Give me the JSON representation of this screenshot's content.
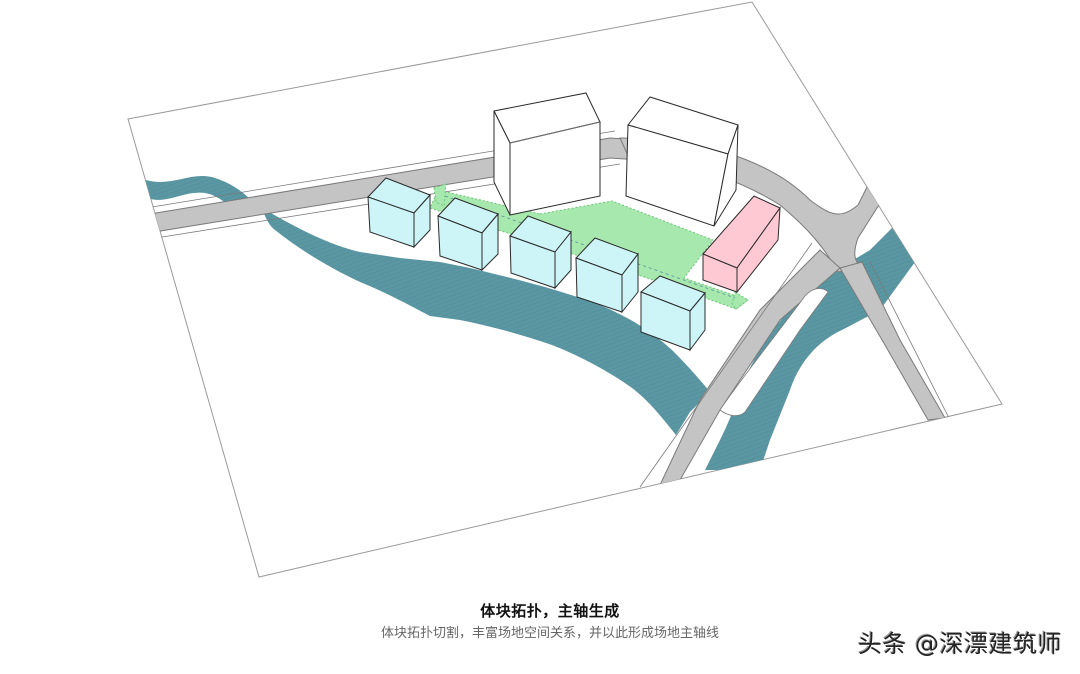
{
  "diagram": {
    "colors": {
      "site_outline": "#9a9a9a",
      "road_fill": "#c4c4c4",
      "road_edge": "#7a7a7a",
      "river_fill": "#5a97a3",
      "river_dark": "#4a8591",
      "tower_fill": "#ffffff",
      "low_block_fill": "#cdf4f7",
      "pink_block_fill": "#ffc9d3",
      "axis_green": "#a6e8ad",
      "axis_dash": "#6fc57a",
      "block_stroke": "#2b2b2b"
    },
    "elements": {
      "towers": [
        "tower-left",
        "tower-right"
      ],
      "low_blocks": [
        "block-1",
        "block-2",
        "block-3",
        "block-4",
        "block-5"
      ],
      "highlight_block": "pink-block",
      "axis": "main-axis-arrow",
      "plaza": "green-plaza"
    }
  },
  "caption": {
    "title": "体块拓扑，主轴生成",
    "subtitle": "体块拓扑切割，丰富场地空间关系，并以此形成场地主轴线"
  },
  "watermark": {
    "text": "头条 @深漂建筑师"
  }
}
